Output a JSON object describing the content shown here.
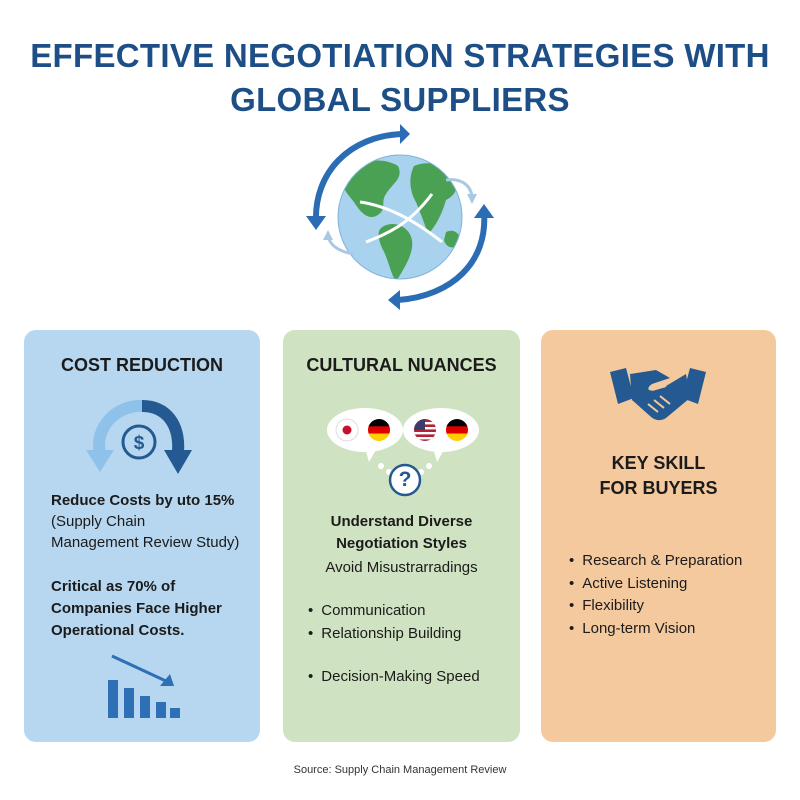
{
  "title_line1": "EFFECTIVE NEGOTIATION STRATEGIES WITH",
  "title_line2": "GLOBAL SUPPLIERS",
  "cost": {
    "heading": "COST REDUCTION",
    "stat_line1": "Reduce Costs by uto 15%",
    "stat_line2": "(Supply Chain",
    "stat_line3": "Management Review Study)",
    "critical_line1": "Critical as 70% of",
    "critical_line2": "Companies Face Higher",
    "critical_line3": "Operational Costs."
  },
  "culture": {
    "heading": "CULTURAL NUANCES",
    "sub_line1": "Understand Diverse",
    "sub_line2": "Negotiation Styles",
    "note": "Avoid Misustrarradings",
    "bullets": [
      "Communication",
      "Relationship Building"
    ],
    "bullet_last": "Decision-Making Speed",
    "question_mark": "?"
  },
  "skill": {
    "heading_line1": "KEY SKILL",
    "heading_line2": "FOR BUYERS",
    "bullets": [
      "Research & Preparation",
      "Active Listening",
      "Flexibility",
      "Long-term Vision"
    ]
  },
  "source": "Source: Supply Chain Management Review",
  "colors": {
    "title": "#1d4f86",
    "cost_bg": "#b6d7ef",
    "culture_bg": "#cfe3c2",
    "skill_bg": "#f5c99e",
    "icon_blue": "#245a91"
  },
  "icons": [
    "globe-icon",
    "dollar-icon",
    "bar-chart-icon",
    "speech-bubble-icon",
    "handshake-icon"
  ]
}
